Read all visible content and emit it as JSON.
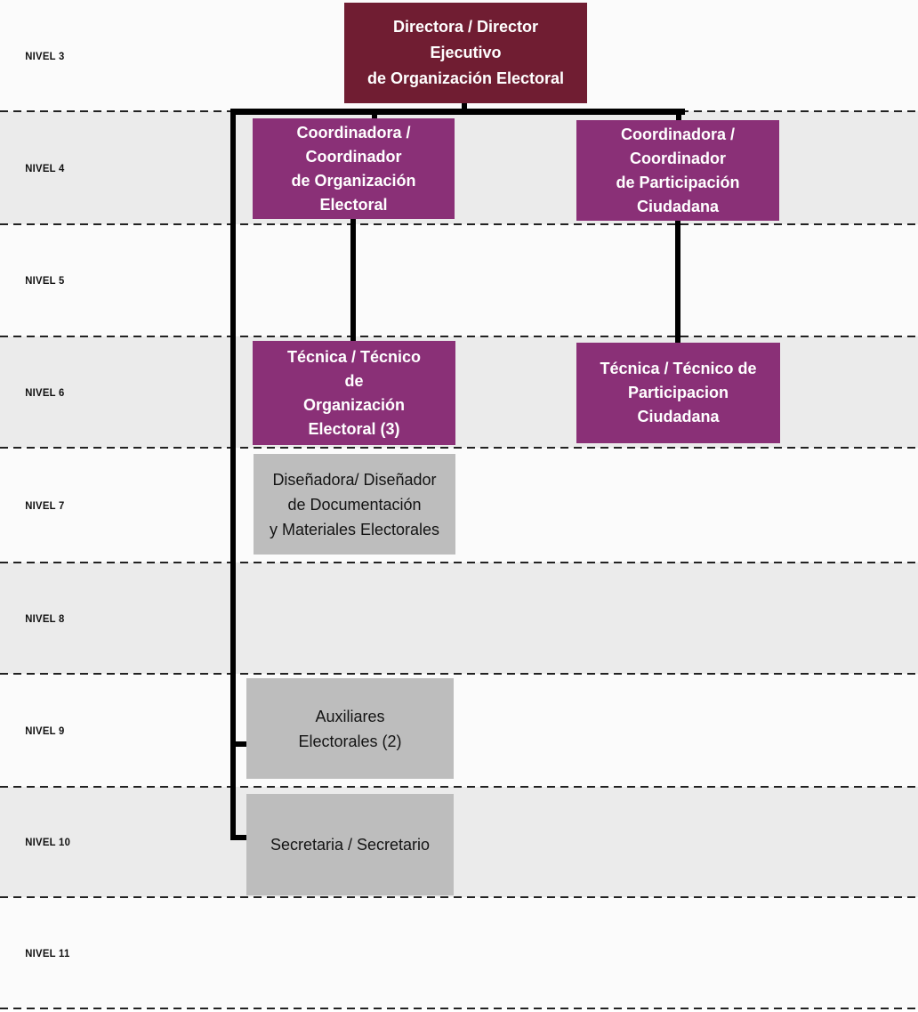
{
  "levels": [
    {
      "label": "NIVEL 3"
    },
    {
      "label": "NIVEL 4"
    },
    {
      "label": "NIVEL 5"
    },
    {
      "label": "NIVEL 6"
    },
    {
      "label": "NIVEL 7"
    },
    {
      "label": "NIVEL 8"
    },
    {
      "label": "NIVEL 9"
    },
    {
      "label": "NIVEL 10"
    },
    {
      "label": "NIVEL 11"
    }
  ],
  "nodes": {
    "director": {
      "label": "Directora / Director\nEjecutivo\nde Organización Electoral",
      "level": "NIVEL 3"
    },
    "coordinador_organizacion": {
      "label": "Coordinadora /\nCoordinador\nde Organización\nElectoral",
      "level": "NIVEL 4"
    },
    "coordinador_participacion": {
      "label": "Coordinadora /\nCoordinador\nde Participación\nCiudadana",
      "level": "NIVEL 4"
    },
    "tecnico_organizacion": {
      "label": "Técnica / Técnico\nde\nOrganización\nElectoral (3)",
      "level": "NIVEL 6"
    },
    "tecnico_participacion": {
      "label": "Técnica / Técnico de\nParticipacion\nCiudadana",
      "level": "NIVEL 6"
    },
    "disenador": {
      "label": "Diseñadora/ Diseñador\nde Documentación\ny Materiales Electorales",
      "level": "NIVEL 7"
    },
    "auxiliares": {
      "label": "Auxiliares\nElectorales (2)",
      "level": "NIVEL 9"
    },
    "secretaria": {
      "label": "Secretaria / Secretario",
      "level": "NIVEL 10"
    }
  },
  "colors": {
    "executive_box": "#701d32",
    "coordinator_box": "#8a3077",
    "staff_box": "#bdbdbd",
    "band_shaded": "#ebebeb",
    "band_plain": "#fbfbfb",
    "connector": "#000000",
    "separator_dash": "#222222",
    "box_text_light": "#ffffff",
    "box_text_dark": "#141414"
  }
}
